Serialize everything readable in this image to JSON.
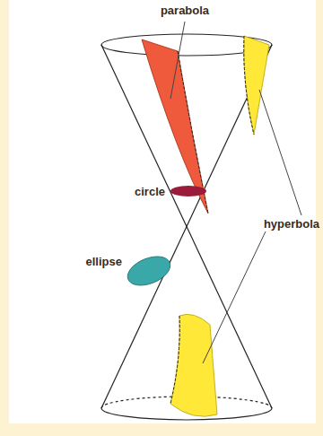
{
  "diagram": {
    "labels": [
      "parabola",
      "circle",
      "hyperbola",
      "ellipse"
    ]
  }
}
